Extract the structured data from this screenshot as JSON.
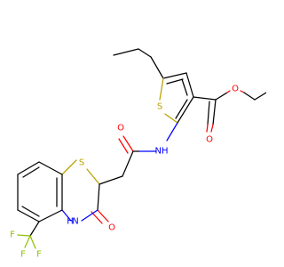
{
  "colors": {
    "carbon_bond": "#000000",
    "sulfur": "#b8a200",
    "oxygen": "#ff0000",
    "nitrogen": "#0000ff",
    "fluorine": "#90c000",
    "background": "#ffffff"
  },
  "atom_labels": {
    "s_thiophene": "S",
    "o_ester_carbonyl": "O",
    "o_ester_ether": "O",
    "nh_amide": "NH",
    "o_amide": "O",
    "s_thiazine": "S",
    "o_lactam": "O",
    "nh_lactam": "NH",
    "h_lactam": "H",
    "n_lactam": "N",
    "f_1": "F",
    "f_2": "F",
    "f_3": "F"
  }
}
